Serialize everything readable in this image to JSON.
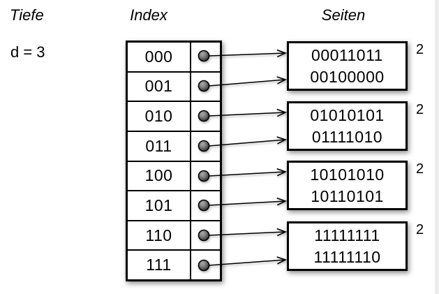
{
  "labels": {
    "depth_title": "Tiefe",
    "depth_value": "d = 3",
    "index_title": "Index",
    "pages_title": "Seiten"
  },
  "index": {
    "rows": [
      "000",
      "001",
      "010",
      "011",
      "100",
      "101",
      "110",
      "111"
    ]
  },
  "pages": [
    {
      "entries": [
        "00011011",
        "00100000"
      ],
      "local_depth": "2"
    },
    {
      "entries": [
        "01010101",
        "01111010"
      ],
      "local_depth": "2"
    },
    {
      "entries": [
        "10101010",
        "10110101"
      ],
      "local_depth": "2"
    },
    {
      "entries": [
        "11111111",
        "11111110"
      ],
      "local_depth": "2"
    }
  ],
  "links": [
    {
      "from": "000",
      "to_page": 1
    },
    {
      "from": "001",
      "to_page": 1
    },
    {
      "from": "010",
      "to_page": 2
    },
    {
      "from": "011",
      "to_page": 2
    },
    {
      "from": "100",
      "to_page": 3
    },
    {
      "from": "101",
      "to_page": 3
    },
    {
      "from": "110",
      "to_page": 4
    },
    {
      "from": "111",
      "to_page": 4
    }
  ],
  "colors": {
    "line": "#000000",
    "box_border": "#000000",
    "background": "#ffffff",
    "pointer_dot_light": "#a8a8a8",
    "pointer_dot_dark": "#2e2e2e",
    "right_edge_strip": "#ececec"
  }
}
